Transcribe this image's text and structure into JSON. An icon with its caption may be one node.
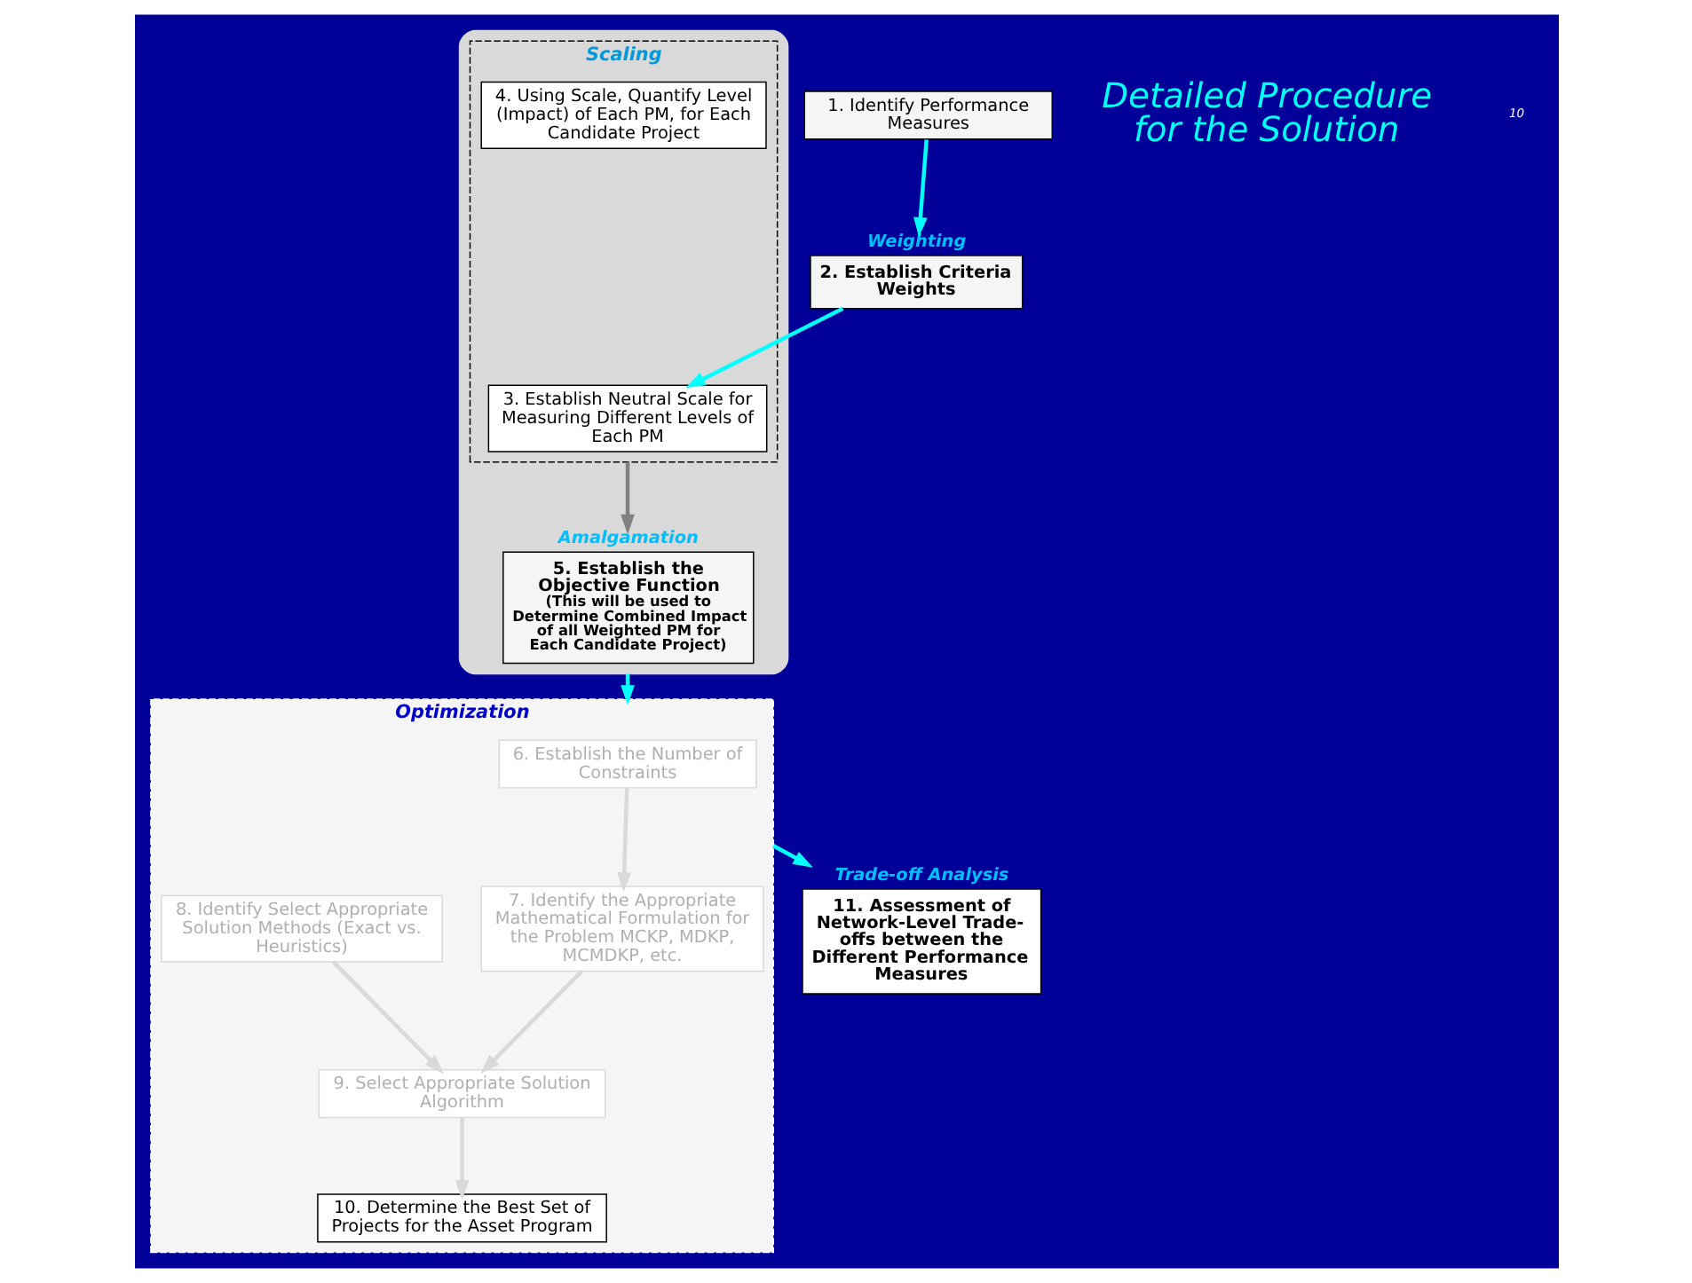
{
  "diagram": {
    "nodes": [
      {
        "text": [],
        "shape": "box"
      },
      {
        "text": [
          "1. Identify Performance Measures"
        ]
      },
      {
        "text": [
          "Weighting",
          "2. Establish Criteria Weights"
        ]
      },
      {
        "text": [
          "Scaling"
        ],
        "in": 0
      },
      {
        "text": [
          "3. Establish Neutral Scale for Measuring Different Levels of Each PM"
        ],
        "in": 3
      },
      {
        "text": [
          "4. Using Scale, Quantify Level (Impact) of Each PM, for Each Candidate Project"
        ],
        "in": 3
      },
      {
        "text": [
          "Amalgamation",
          "5. Establish the Objective Function",
          "(This will be used to Determine Combined Impact of all Weighted PM for Each Candidate Project)"
        ],
        "in": 0
      },
      {
        "text": [
          "Optimization"
        ]
      },
      {
        "text": [
          "6. Establish the Number of Constraints"
        ],
        "in": 7
      },
      {
        "text": [
          "7. Identify the Appropriate Mathematical Formulation for the Problem MCKP, MDKP, MCMDKP, etc."
        ],
        "in": 7
      },
      {
        "text": [
          "8. Identify Select Appropriate Solution Methods (Exact vs. Heuristics)"
        ],
        "in": 7
      },
      {
        "text": [
          "9. Select Appropriate Solution Algorithm"
        ],
        "in": 7
      },
      {
        "text": [
          "10. Determine the Best Set of Projects for the Asset Program"
        ],
        "in": 7
      },
      {
        "text": [
          "Trade-off Analysis",
          "11. Assessment of Network-Level Trade-offs between the Different Performance Measures"
        ]
      }
    ],
    "edges": [
      {
        "from": 1,
        "to": 2,
        "arrow": "to",
        "color": "#00ffff"
      },
      {
        "from": 2,
        "to": 4,
        "arrow": "to",
        "color": "#00ffff"
      },
      {
        "from": 3,
        "to": 6,
        "arrow": "to",
        "color": "#808080"
      },
      {
        "from": 0,
        "to": 7,
        "arrow": "to",
        "color": "#00ffff"
      },
      {
        "from": 8,
        "to": 9,
        "arrow": "to",
        "color": "#d9d9d9"
      },
      {
        "from": 9,
        "to": 11,
        "arrow": "to",
        "color": "#d9d9d9"
      },
      {
        "from": 10,
        "to": 11,
        "arrow": "to",
        "color": "#d9d9d9"
      },
      {
        "from": 11,
        "to": 12,
        "arrow": "to",
        "color": "#d9d9d9"
      },
      {
        "from": 7,
        "to": 13,
        "arrow": "to",
        "color": "#00ffff"
      }
    ],
    "labels": [
      "Detailed Procedure for the Solution",
      "10"
    ]
  }
}
